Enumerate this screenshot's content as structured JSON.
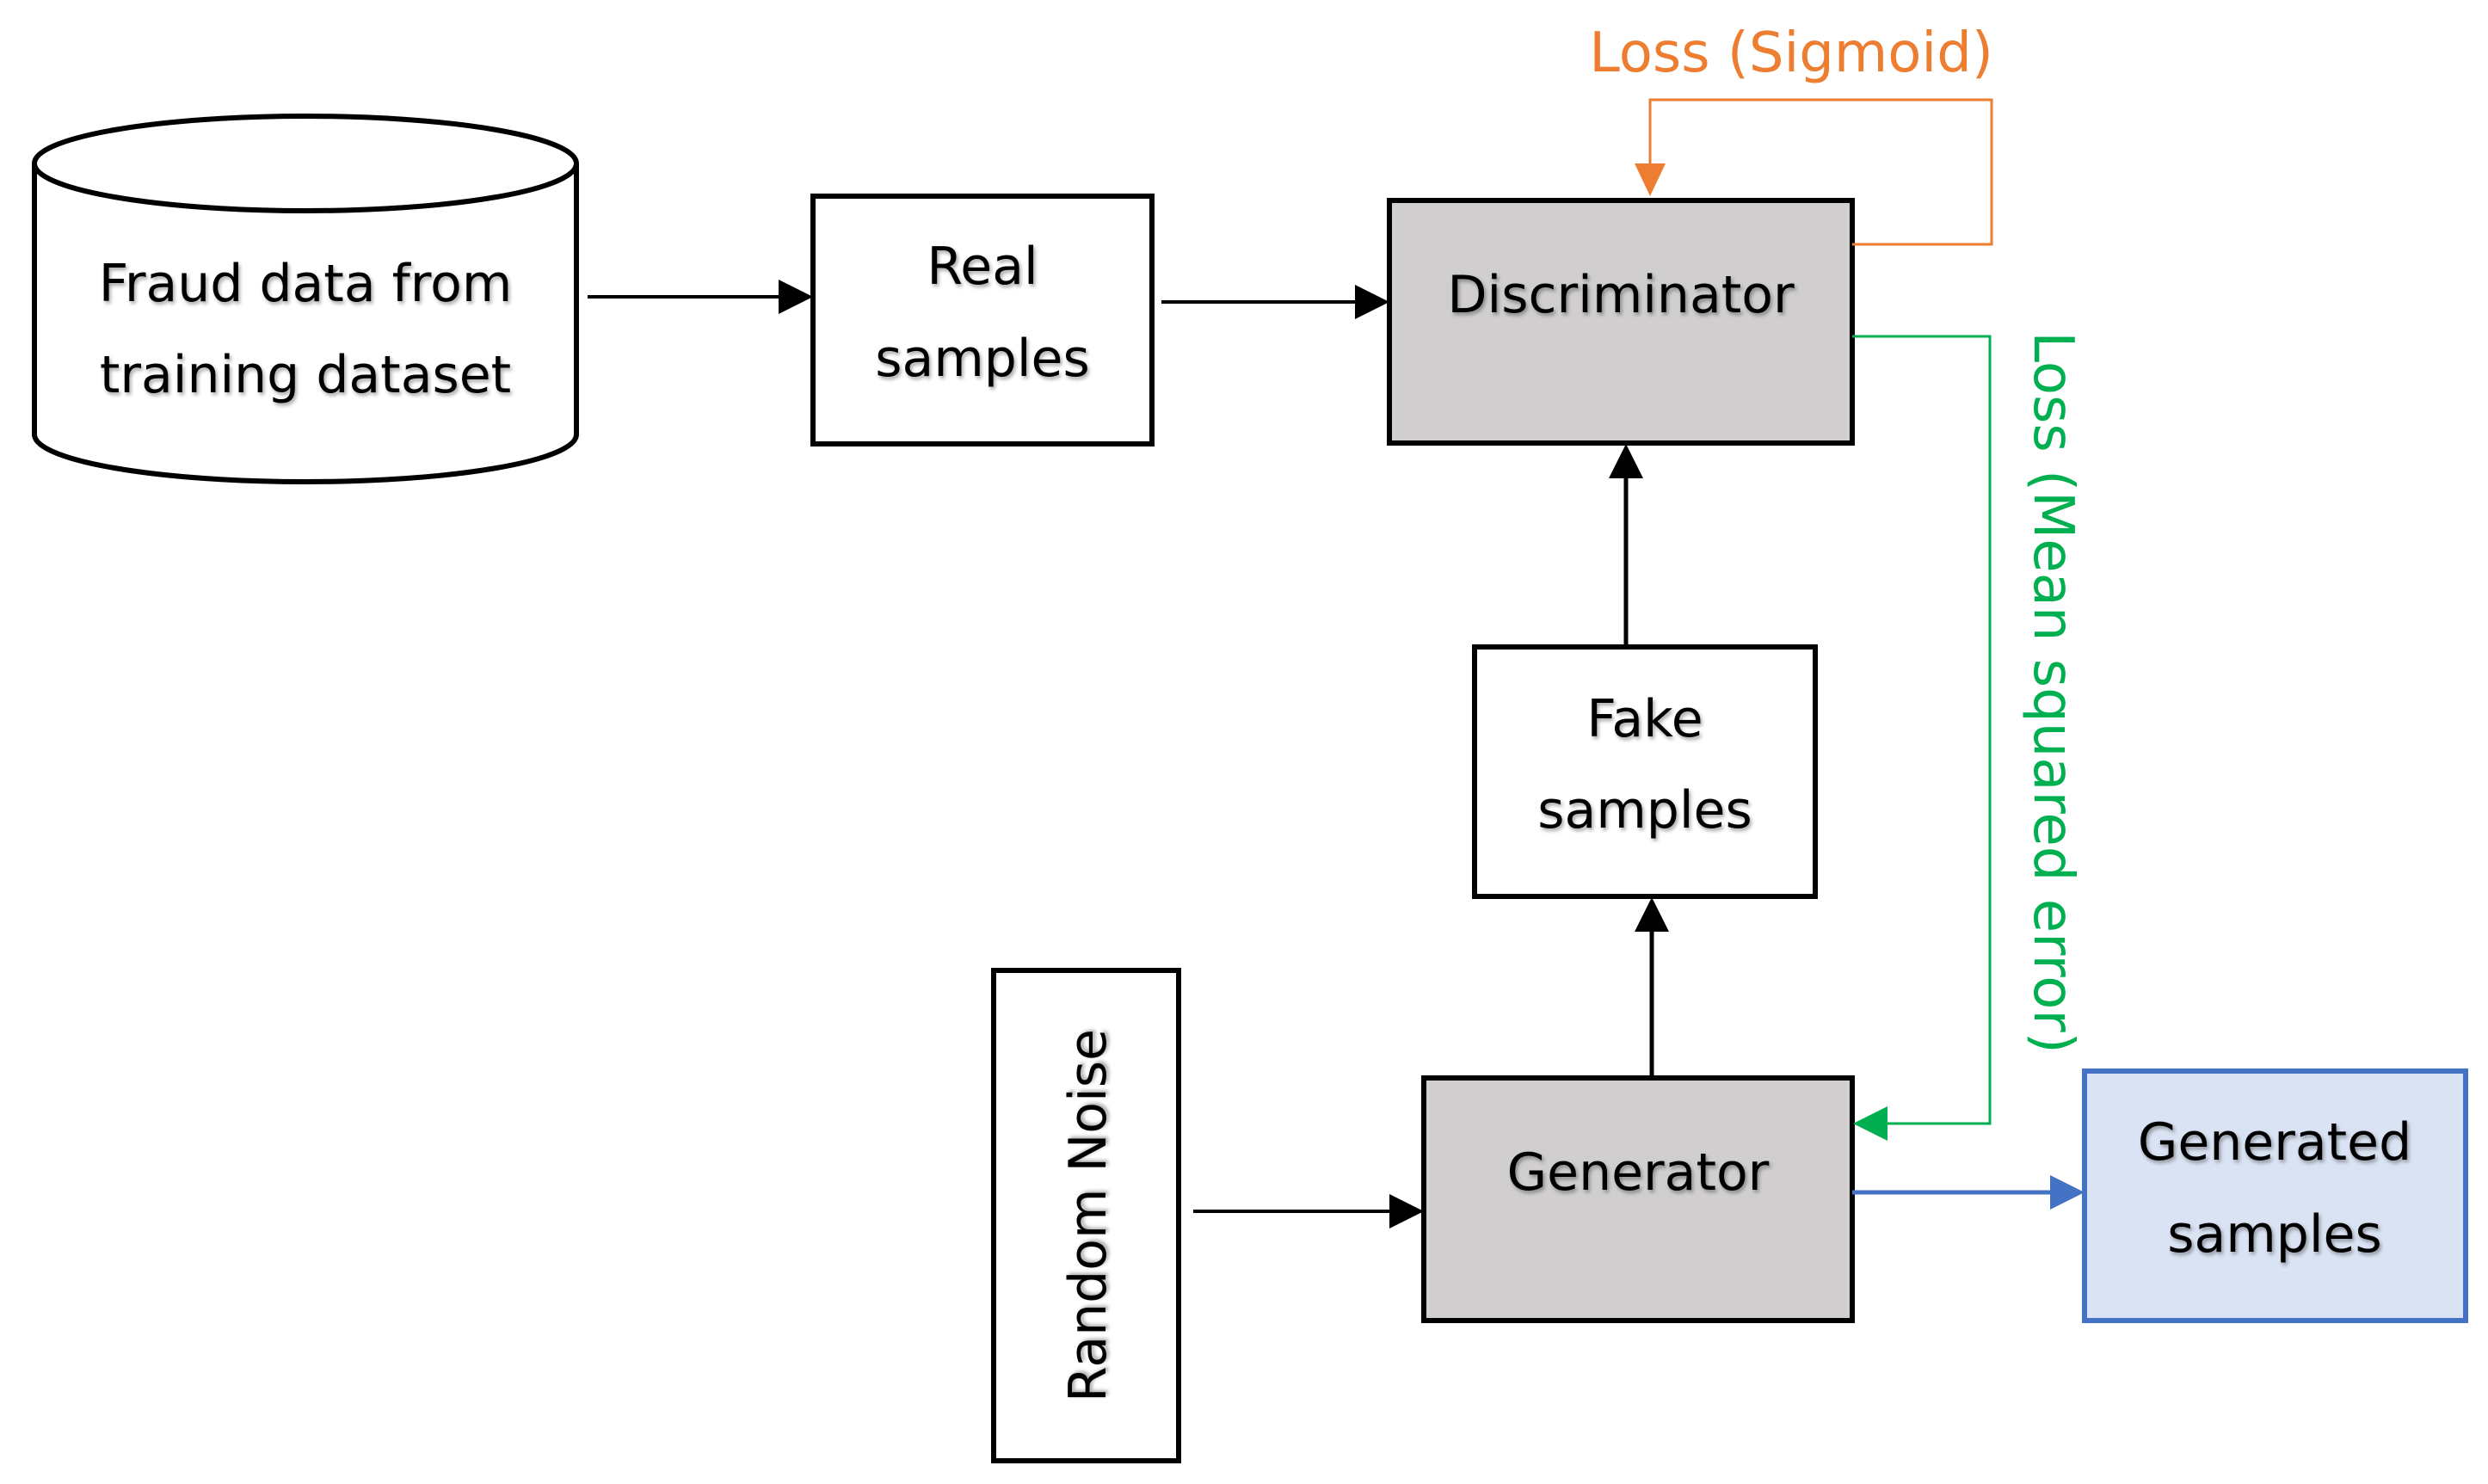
{
  "colors": {
    "stroke": "#000000",
    "gray_fill": "#d0cece",
    "white_fill": "#ffffff",
    "generated_fill": "#dae3f3",
    "generated_border": "#4472c4",
    "loss_sigmoid": "#ed7d31",
    "loss_mse": "#00b050",
    "output_arrow": "#4472c4"
  },
  "nodes": {
    "dataset": {
      "line1": "Fraud data from",
      "line2": "training dataset"
    },
    "real_samples": {
      "line1": "Real",
      "line2": "samples"
    },
    "discriminator": {
      "label": "Discriminator"
    },
    "fake_samples": {
      "line1": "Fake",
      "line2": "samples"
    },
    "random_noise": {
      "label": "Random Noise"
    },
    "generator": {
      "label": "Generator"
    },
    "generated_samples": {
      "line1": "Generated",
      "line2": "samples"
    }
  },
  "losses": {
    "sigmoid": "Loss (Sigmoid)",
    "mse": "Loss (Mean squared error)"
  }
}
